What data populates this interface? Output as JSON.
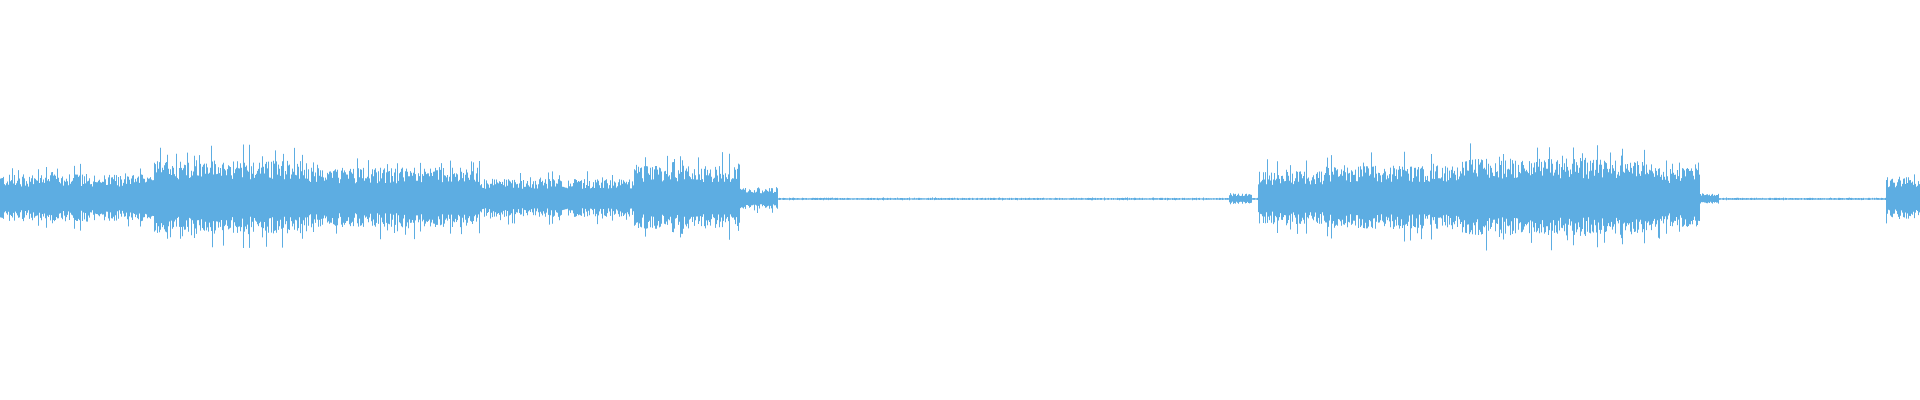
{
  "waveform": {
    "color": "#5dade2",
    "background": "#ffffff",
    "icon": "audio-waveform",
    "amplitude_scale": 1.0,
    "segments": [
      {
        "start": 0.0,
        "end": 0.08,
        "level": 0.22
      },
      {
        "start": 0.08,
        "end": 0.16,
        "level": 0.35
      },
      {
        "start": 0.16,
        "end": 0.25,
        "level": 0.28
      },
      {
        "start": 0.25,
        "end": 0.33,
        "level": 0.18
      },
      {
        "start": 0.33,
        "end": 0.385,
        "level": 0.3
      },
      {
        "start": 0.385,
        "end": 0.405,
        "level": 0.1
      },
      {
        "start": 0.405,
        "end": 0.64,
        "level": 0.01
      },
      {
        "start": 0.64,
        "end": 0.652,
        "level": 0.05
      },
      {
        "start": 0.652,
        "end": 0.69,
        "level": 0.01
      },
      {
        "start": 0.655,
        "end": 0.69,
        "level": 0.25
      },
      {
        "start": 0.69,
        "end": 0.76,
        "level": 0.3
      },
      {
        "start": 0.76,
        "end": 0.86,
        "level": 0.36
      },
      {
        "start": 0.86,
        "end": 0.885,
        "level": 0.28
      },
      {
        "start": 0.885,
        "end": 0.895,
        "level": 0.05
      },
      {
        "start": 0.895,
        "end": 0.982,
        "level": 0.01
      },
      {
        "start": 0.982,
        "end": 1.0,
        "level": 0.2
      }
    ]
  }
}
